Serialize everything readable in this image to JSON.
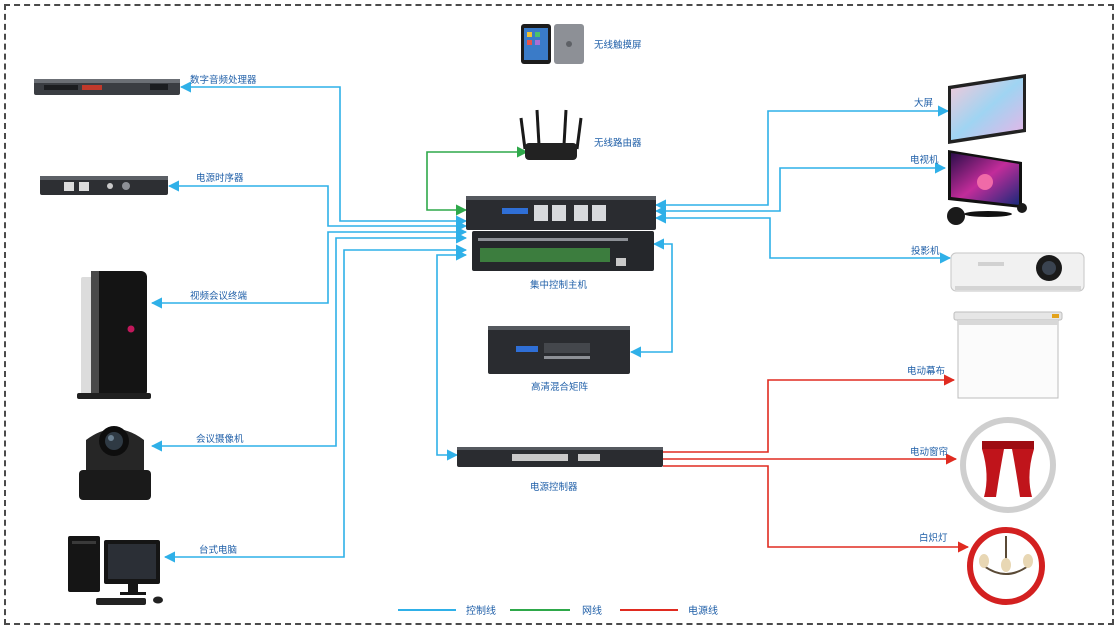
{
  "diagram": {
    "labels": {
      "dsp": "数字音频处理器",
      "sequencer": "电源时序器",
      "video_terminal": "视频会议终端",
      "camera": "会议摄像机",
      "desktop": "台式电脑",
      "tablet": "无线触摸屏",
      "router": "无线路由器",
      "controller": "集中控制主机",
      "matrix": "高清混合矩阵",
      "power_controller": "电源控制器",
      "big_screen": "大屏",
      "tv": "电视机",
      "projector": "投影机",
      "motor_screen": "电动幕布",
      "curtain": "电动窗帘",
      "lamp": "白炽灯"
    },
    "legend": {
      "control": "控制线",
      "network": "网线",
      "power": "电源线"
    },
    "colors": {
      "control": "#2fb0e8",
      "network": "#2ea84a",
      "power": "#e02b20"
    }
  }
}
